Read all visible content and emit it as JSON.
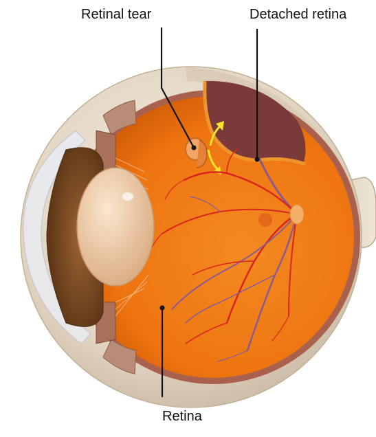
{
  "labels": {
    "retinal_tear": "Retinal tear",
    "detached_retina": "Detached retina",
    "retina": "Retina"
  },
  "colors": {
    "sclera": "#e7dccb",
    "vitreous": "#f07a12",
    "detached_space": "#7a3a3a",
    "artery": "#d8261e",
    "vein": "#8a5a8e",
    "iris": "#7a4a22",
    "lens": "#e9c8a4",
    "arrow": "#f6e52a",
    "leader": "#111111"
  }
}
